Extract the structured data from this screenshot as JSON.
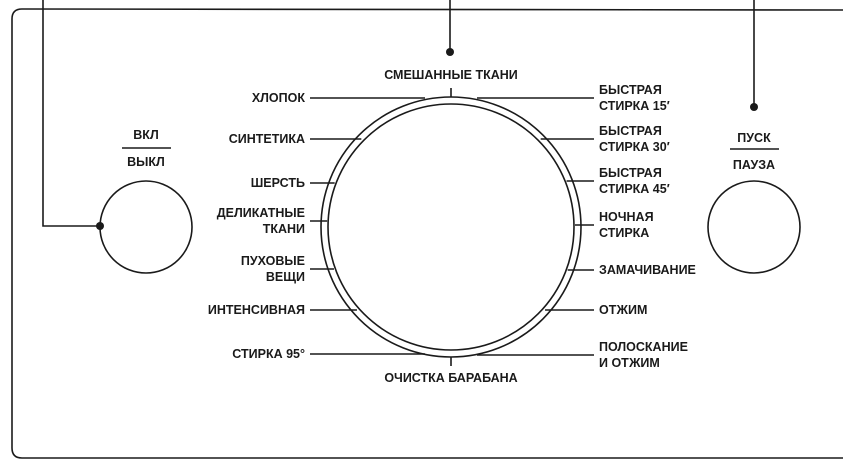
{
  "power": {
    "top": "ВКЛ",
    "bottom": "ВЫКЛ"
  },
  "start": {
    "top": "ПУСК",
    "bottom": "ПАУЗА"
  },
  "dial": {
    "top": "СМЕШАННЫЕ ТКАНИ",
    "bottom": "ОЧИСТКА БАРАБАНА",
    "left": [
      [
        "ХЛОПОК"
      ],
      [
        "СИНТЕТИКА"
      ],
      [
        "ШЕРСТЬ"
      ],
      [
        "ДЕЛИКАТНЫЕ",
        "ТКАНИ"
      ],
      [
        "ПУХОВЫЕ",
        "ВЕЩИ"
      ],
      [
        "ИНТЕНСИВНАЯ"
      ],
      [
        "СТИРКА 95°"
      ]
    ],
    "right": [
      [
        "БЫСТРАЯ",
        "СТИРКА 15′"
      ],
      [
        "БЫСТРАЯ",
        "СТИРКА 30′"
      ],
      [
        "БЫСТРАЯ",
        "СТИРКА 45′"
      ],
      [
        "НОЧНАЯ",
        "СТИРКА"
      ],
      [
        "ЗАМАЧИВАНИЕ"
      ],
      [
        "ОТЖИМ"
      ],
      [
        "ПОЛОСКАНИЕ",
        "И ОТЖИМ"
      ]
    ]
  }
}
